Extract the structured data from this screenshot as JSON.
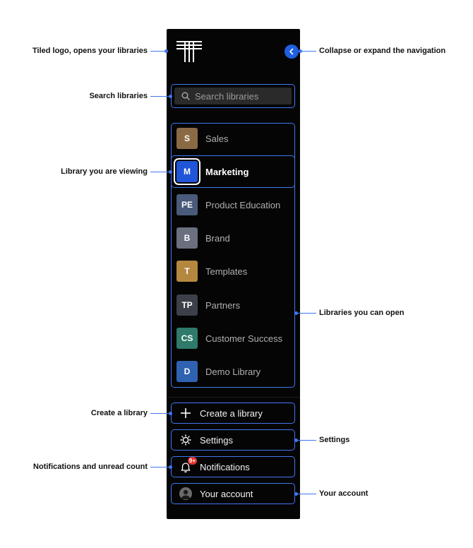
{
  "sidebar": {
    "search": {
      "placeholder": "Search libraries"
    },
    "libraries": [
      {
        "initials": "S",
        "name": "Sales",
        "color": "#8a6a45",
        "active": false
      },
      {
        "initials": "M",
        "name": "Marketing",
        "color": "#1f55d6",
        "active": true
      },
      {
        "initials": "PE",
        "name": "Product Education",
        "color": "#4a5a7a",
        "active": false
      },
      {
        "initials": "B",
        "name": "Brand",
        "color": "#6b7080",
        "active": false
      },
      {
        "initials": "T",
        "name": "Templates",
        "color": "#b5883f",
        "active": false
      },
      {
        "initials": "TP",
        "name": "Partners",
        "color": "#3b4049",
        "active": false
      },
      {
        "initials": "CS",
        "name": "Customer Success",
        "color": "#2f7a6a",
        "active": false
      },
      {
        "initials": "D",
        "name": "Demo Library",
        "color": "#2f62b0",
        "active": false
      }
    ],
    "actions": {
      "create_label": "Create a library",
      "settings_label": "Settings",
      "notifications_label": "Notifications",
      "notifications_badge": "9+",
      "account_label": "Your account"
    }
  },
  "annotations": {
    "logo": "Tiled logo, opens your libraries",
    "collapse": "Collapse or expand the navigation",
    "search": "Search libraries",
    "viewing": "Library you are viewing",
    "can_open": "Libraries you can open",
    "create": "Create a library",
    "settings": "Settings",
    "notifications": "Notifications and unread count",
    "account": "Your account"
  },
  "colors": {
    "panel": "#050505",
    "outline": "#3f78ee",
    "accent": "#1f5fe0",
    "badge": "#e5322d"
  }
}
